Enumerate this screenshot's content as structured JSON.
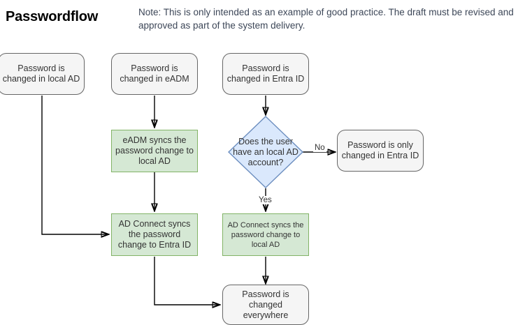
{
  "header": {
    "title": "Passwordflow",
    "note": "Note: This is only intended as an example of good practice. The draft must be revised and approved as part of the system delivery."
  },
  "diagram": {
    "type": "flowchart",
    "colors": {
      "process_fill": "#d5e8d4",
      "process_border": "#82b366",
      "terminator_fill": "#f5f5f5",
      "terminator_border": "#666666",
      "decision_fill": "#dae8fc",
      "decision_border": "#6c8ebf",
      "connector": "#000000",
      "note_text": "#3d4758"
    },
    "nodes": [
      {
        "id": "start-local-ad",
        "shape": "rounded-rectangle",
        "label": "Password is changed in local AD"
      },
      {
        "id": "start-eadm",
        "shape": "rounded-rectangle",
        "label": "Password is changed in eADM"
      },
      {
        "id": "start-entra-id",
        "shape": "rounded-rectangle",
        "label": "Password is changed in Entra ID"
      },
      {
        "id": "eadm-sync",
        "shape": "rectangle",
        "label": "eADM syncs the password change to local AD"
      },
      {
        "id": "decision-local-ad-account",
        "shape": "diamond",
        "label": "Does the user have an local AD account?"
      },
      {
        "id": "only-entra-id",
        "shape": "rounded-rectangle",
        "label": "Password is only changed in Entra ID"
      },
      {
        "id": "adconnect-to-entra",
        "shape": "rectangle",
        "label": "AD Connect syncs the password change to Entra ID"
      },
      {
        "id": "adconnect-to-local",
        "shape": "rectangle",
        "label": "AD Connect syncs the password change to local AD"
      },
      {
        "id": "changed-everywhere",
        "shape": "rounded-rectangle",
        "label": "Password is changed everywhere"
      }
    ],
    "edge_labels": {
      "no": "No",
      "yes": "Yes"
    }
  }
}
